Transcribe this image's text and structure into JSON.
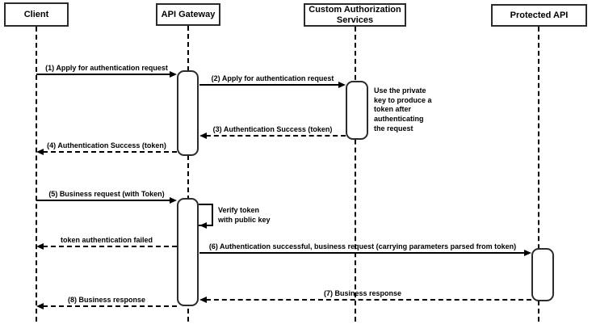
{
  "diagram": {
    "type": "sequence",
    "participants": [
      {
        "id": "client",
        "label": "Client"
      },
      {
        "id": "api-gateway",
        "label": "API Gateway"
      },
      {
        "id": "custom-authorization-services",
        "label": "Custom Authorization Services"
      },
      {
        "id": "protected-api",
        "label": "Protected API"
      }
    ],
    "messages": [
      {
        "seq": 1,
        "label": "(1) Apply for authentication request",
        "from": "client",
        "to": "api-gateway",
        "style": "solid"
      },
      {
        "seq": 2,
        "label": "(2) Apply for authentication request",
        "from": "api-gateway",
        "to": "custom-authorization-services",
        "style": "solid"
      },
      {
        "seq": 3,
        "label": "(3) Authentication Success (token)",
        "from": "custom-authorization-services",
        "to": "api-gateway",
        "style": "dashed"
      },
      {
        "seq": 4,
        "label": "(4) Authentication Success (token)",
        "from": "api-gateway",
        "to": "client",
        "style": "dashed"
      },
      {
        "seq": 5,
        "label": "(5) Business request (with Token)",
        "from": "client",
        "to": "api-gateway",
        "style": "solid"
      },
      {
        "label": "token authentication failed",
        "from": "api-gateway",
        "to": "client",
        "style": "dashed"
      },
      {
        "seq": 6,
        "label": "(6) Authentication successful, business request (carrying parameters parsed from token)",
        "from": "api-gateway",
        "to": "protected-api",
        "style": "solid"
      },
      {
        "seq": 7,
        "label": "(7) Business response",
        "from": "protected-api",
        "to": "api-gateway",
        "style": "dashed"
      },
      {
        "seq": 8,
        "label": "(8) Business response",
        "from": "api-gateway",
        "to": "client",
        "style": "dashed"
      }
    ],
    "notes": [
      {
        "attached_to": "custom-authorization-services",
        "text": "Use the private key to produce a token after authenticating the request"
      },
      {
        "attached_to": "api-gateway",
        "kind": "self-message",
        "text": "Verify token with public key"
      }
    ],
    "colors": {
      "stroke": "#000000",
      "fill": "#ffffff",
      "text": "#000000"
    }
  }
}
